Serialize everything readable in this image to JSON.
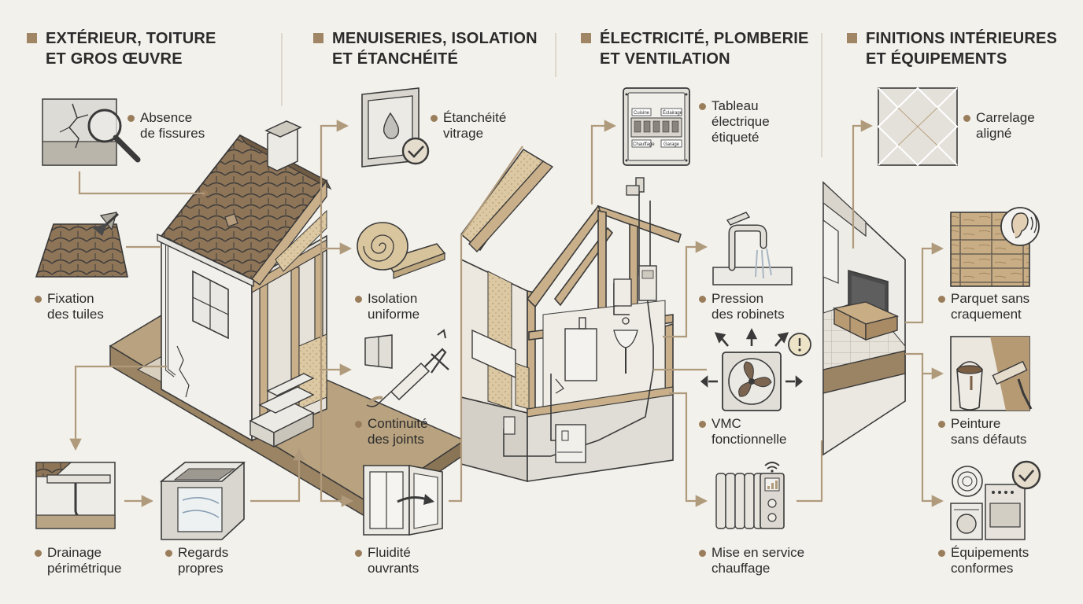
{
  "columns": [
    {
      "title_1": "EXTÉRIEUR, TOITURE",
      "title_2": "ET GROS ŒUVRE"
    },
    {
      "title_1": "MENUISERIES, ISOLATION",
      "title_2": "ET ÉTANCHÉITÉ"
    },
    {
      "title_1": "ÉLECTRICITÉ, PLOMBERIE",
      "title_2": "ET VENTILATION"
    },
    {
      "title_1": "FINITIONS INTÉRIEURES",
      "title_2": "ET ÉQUIPEMENTS"
    }
  ],
  "items": {
    "fissures": {
      "l1": "Absence",
      "l2": "de fissures"
    },
    "tuiles": {
      "l1": "Fixation",
      "l2": "des tuiles"
    },
    "drainage": {
      "l1": "Drainage",
      "l2": "périmétrique"
    },
    "regards": {
      "l1": "Regards",
      "l2": "propres"
    },
    "vitrage": {
      "l1": "Étanchéité",
      "l2": "vitrage"
    },
    "isolation": {
      "l1": "Isolation",
      "l2": "uniforme"
    },
    "joints": {
      "l1": "Continuité",
      "l2": "des joints"
    },
    "ouvrants": {
      "l1": "Fluidité",
      "l2": "ouvrants"
    },
    "tableau": {
      "l1": "Tableau",
      "l2": "électrique",
      "l3": "étiqueté"
    },
    "robinets": {
      "l1": "Pression",
      "l2": "des robinets"
    },
    "vmc": {
      "l1": "VMC",
      "l2": "fonctionnelle"
    },
    "chauffage": {
      "l1": "Mise en service",
      "l2": "chauffage"
    },
    "carrelage": {
      "l1": "Carrelage",
      "l2": "aligné"
    },
    "parquet": {
      "l1": "Parquet sans",
      "l2": "craquement"
    },
    "peinture": {
      "l1": "Peinture",
      "l2": "sans défauts"
    },
    "equipements": {
      "l1": "Équipements",
      "l2": "conformes"
    }
  },
  "panel_labels": {
    "cuisine": "Cuisine",
    "eclairage": "Éclairage",
    "chauffage": "Chauffage",
    "garage": "Garage"
  },
  "colors": {
    "accent": "#a08664",
    "line": "#b09a7c",
    "stroke": "#3a3a3a",
    "roof": "#8f7558",
    "wood": "#c9b08a",
    "insulation": "#d9c7a0",
    "wall": "#f1f0ec",
    "ground": "#b8a27f"
  }
}
